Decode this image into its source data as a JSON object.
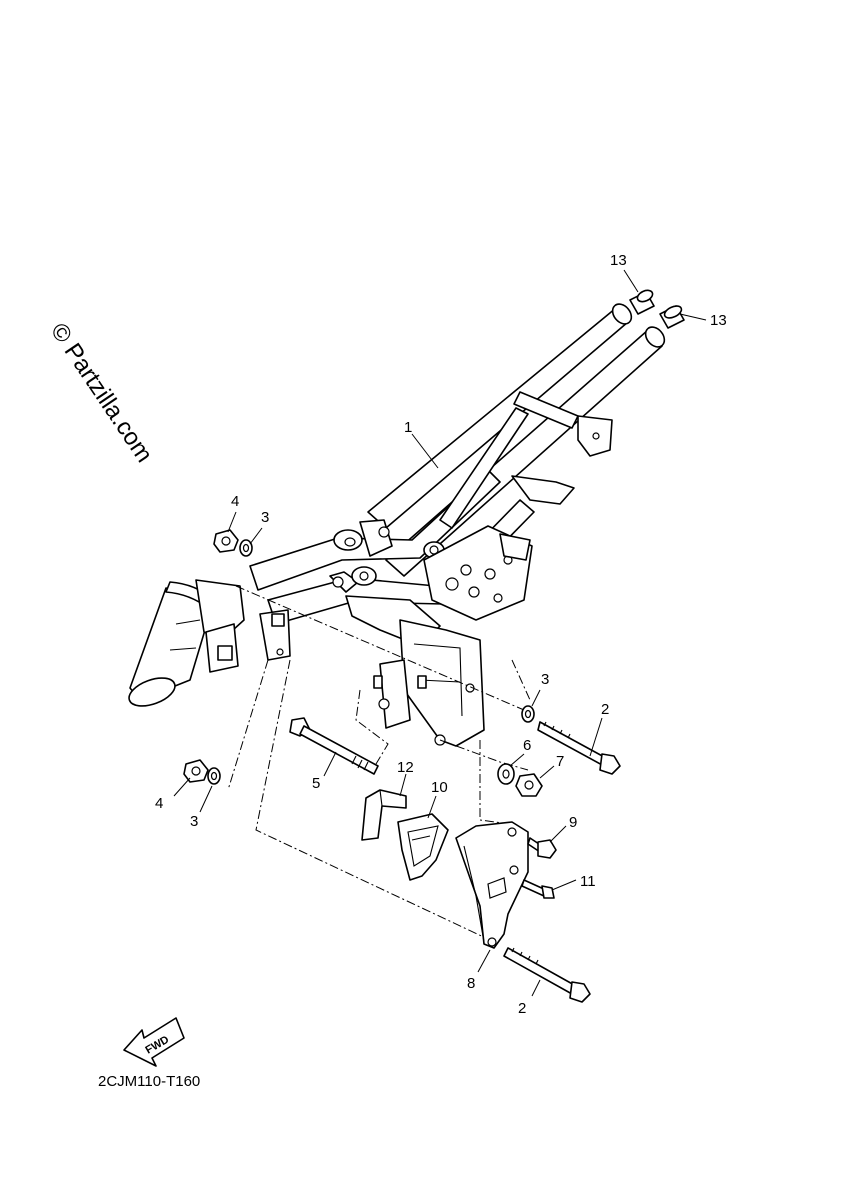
{
  "watermark": "© Partzilla.com",
  "diagram_code": "2CJM110-T160",
  "fwd_label": "FWD",
  "callouts": {
    "c13a": "13",
    "c13b": "13",
    "c1": "1",
    "c4a": "4",
    "c3a": "3",
    "c3b": "3",
    "c2a": "2",
    "c6": "6",
    "c7": "7",
    "c5": "5",
    "c12": "12",
    "c10": "10",
    "c9": "9",
    "c4b": "4",
    "c3c": "3",
    "c11": "11",
    "c8": "8",
    "c2b": "2"
  }
}
